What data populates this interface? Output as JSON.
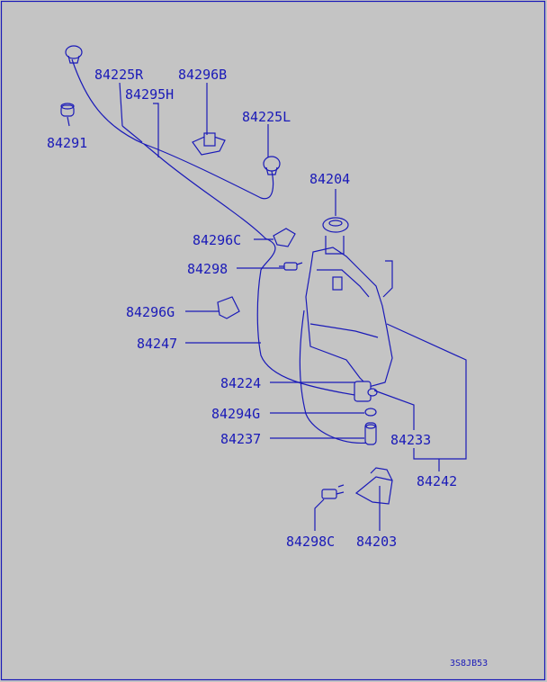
{
  "labels": {
    "p84225R": "84225R",
    "p84296B": "84296B",
    "p84295H": "84295H",
    "p84225L": "84225L",
    "p84291": "84291",
    "p84204": "84204",
    "p84296C": "84296C",
    "p84298": "84298",
    "p84296G": "84296G",
    "p84247": "84247",
    "p84224": "84224",
    "p84294G": "84294G",
    "p84237": "84237",
    "p84233": "84233",
    "p84242": "84242",
    "p84298C": "84298C",
    "p84203": "84203"
  },
  "diagram_code": "3S8JB53",
  "colors": {
    "line": "#1a1ab8",
    "background": "#c4c4c4"
  }
}
